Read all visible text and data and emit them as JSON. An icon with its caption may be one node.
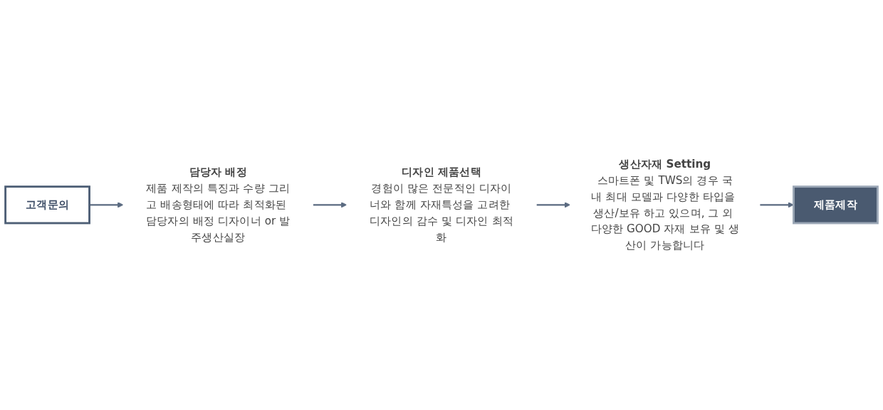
{
  "diagram": {
    "nodes": [
      {
        "text": [
          "고객문의"
        ]
      },
      {
        "text": [
          "담당자 배정",
          "제품 제작의 특징과 수량 그리고 배송형태에 따라 최적화된 담당자의 배정 디자이너 or 발주생산실장"
        ]
      },
      {
        "text": [
          "디자인 제품선택",
          "경험이 많은 전문적인 디자이너와 함께 자재특성을 고려한 디자인의 감수 및 디자인 최적화"
        ]
      },
      {
        "text": [
          "생산자재 Setting",
          "스마트폰 및 TWS의 경우 국내 최대 모델과 다양한 타입을 생산/보유 하고 있으며, 그 외 다양한 GOOD 자재 보유 및 생산이 가능합니다"
        ]
      },
      {
        "text": [
          "제품제작"
        ]
      }
    ],
    "edges": [
      {
        "from": 0,
        "to": 1,
        "arrow": "to"
      },
      {
        "from": 1,
        "to": 2,
        "arrow": "to"
      },
      {
        "from": 2,
        "to": 3,
        "arrow": "to"
      },
      {
        "from": 3,
        "to": 4,
        "arrow": "to"
      }
    ]
  }
}
